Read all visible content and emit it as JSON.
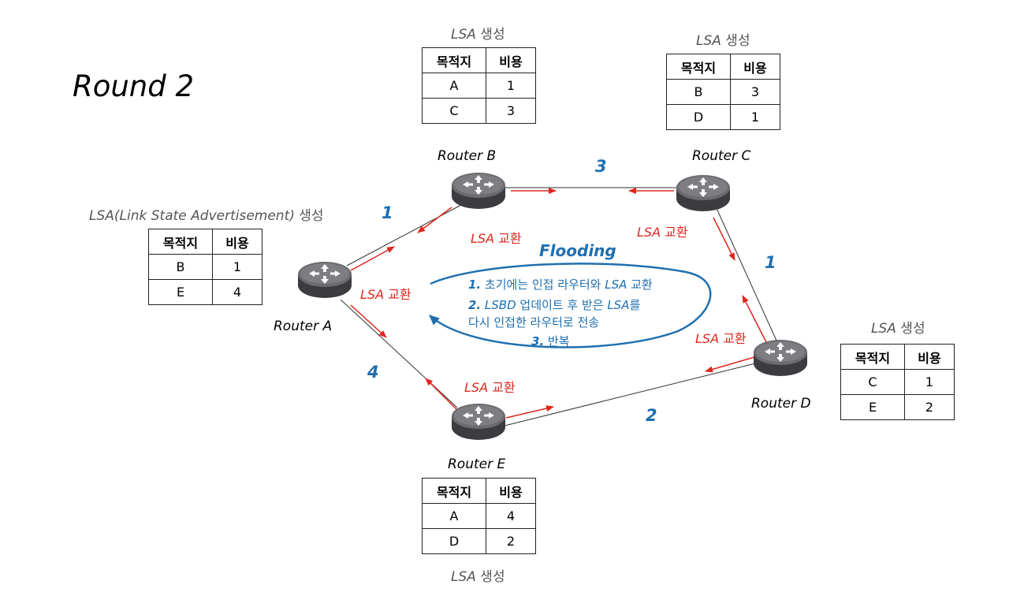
{
  "title": "Round 2",
  "colors": {
    "cost": "#1f6fb0",
    "exchange": "#e0261c",
    "flood": "#1f6fb0",
    "link": "#333333"
  },
  "table_headers": {
    "dest": "목적지",
    "cost": "비용"
  },
  "routers": {
    "A": {
      "label": "Router A",
      "caption_italic": "LSA(Link State Advertisement)",
      "caption_rest": " 생성",
      "rows": [
        {
          "dest": "B",
          "cost": "1"
        },
        {
          "dest": "E",
          "cost": "4"
        }
      ]
    },
    "B": {
      "label": "Router B",
      "caption_italic": "LSA",
      "caption_rest": " 생성",
      "rows": [
        {
          "dest": "A",
          "cost": "1"
        },
        {
          "dest": "C",
          "cost": "3"
        }
      ]
    },
    "C": {
      "label": "Router C",
      "caption_italic": "LSA",
      "caption_rest": " 생성",
      "rows": [
        {
          "dest": "B",
          "cost": "3"
        },
        {
          "dest": "D",
          "cost": "1"
        }
      ]
    },
    "D": {
      "label": "Router D",
      "caption_italic": "LSA",
      "caption_rest": " 생성",
      "rows": [
        {
          "dest": "C",
          "cost": "1"
        },
        {
          "dest": "E",
          "cost": "2"
        }
      ]
    },
    "E": {
      "label": "Router E",
      "caption_italic": "LSA",
      "caption_rest": " 생성",
      "rows": [
        {
          "dest": "A",
          "cost": "4"
        },
        {
          "dest": "D",
          "cost": "2"
        }
      ]
    }
  },
  "links": [
    {
      "from": "A",
      "to": "B",
      "cost": "1"
    },
    {
      "from": "B",
      "to": "C",
      "cost": "3"
    },
    {
      "from": "C",
      "to": "D",
      "cost": "1"
    },
    {
      "from": "D",
      "to": "E",
      "cost": "2"
    },
    {
      "from": "E",
      "to": "A",
      "cost": "4"
    }
  ],
  "exchange_label": {
    "italic": "LSA",
    "rest": " 교환"
  },
  "flooding": {
    "title": "Flooding",
    "step1": {
      "num": "1.",
      "text1": " 초기에는 인접 라우터와 ",
      "it": "LSA",
      "text2": " 교환"
    },
    "step2": {
      "num": "2.",
      "it1": " LSBD",
      "text1": " 업데이트 후 받은 ",
      "it2": "LSA",
      "text2": "를"
    },
    "step2_cont": "다시 인접한 라우터로 전송",
    "step3": {
      "num": "3.",
      "text": " 반복"
    }
  }
}
